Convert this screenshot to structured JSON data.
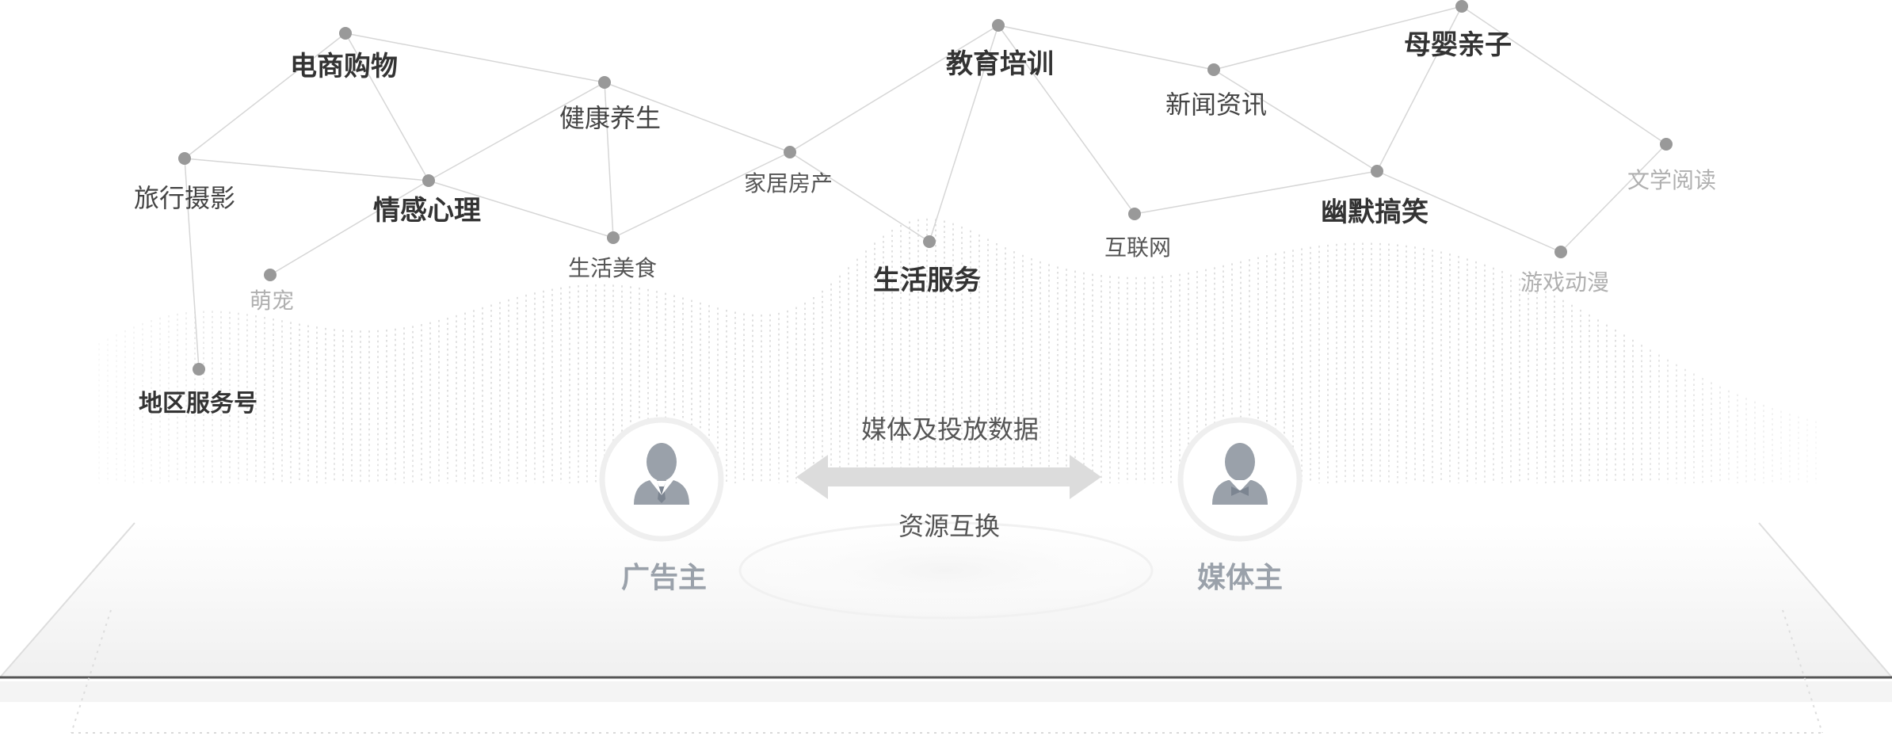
{
  "categories": [
    {
      "id": "ecommerce",
      "label": "电商购物",
      "style": "bold"
    },
    {
      "id": "health",
      "label": "健康养生",
      "style": "mid"
    },
    {
      "id": "education",
      "label": "教育培训",
      "style": "bold"
    },
    {
      "id": "news",
      "label": "新闻资讯",
      "style": "mid"
    },
    {
      "id": "parenting",
      "label": "母婴亲子",
      "style": "bold"
    },
    {
      "id": "travel",
      "label": "旅行摄影",
      "style": "mid"
    },
    {
      "id": "emotion",
      "label": "情感心理",
      "style": "bold"
    },
    {
      "id": "home",
      "label": "家居房产",
      "style": "small"
    },
    {
      "id": "food",
      "label": "生活美食",
      "style": "small"
    },
    {
      "id": "life-service",
      "label": "生活服务",
      "style": "bold"
    },
    {
      "id": "internet",
      "label": "互联网",
      "style": "small"
    },
    {
      "id": "humor",
      "label": "幽默搞笑",
      "style": "bold"
    },
    {
      "id": "literature",
      "label": "文学阅读",
      "style": "light"
    },
    {
      "id": "pets",
      "label": "萌宠",
      "style": "light"
    },
    {
      "id": "games",
      "label": "游戏动漫",
      "style": "light"
    },
    {
      "id": "regional",
      "label": "地区服务号",
      "style": "b2"
    }
  ],
  "exchange": {
    "top_label": "媒体及投放数据",
    "bottom_label": "资源互换"
  },
  "roles": {
    "advertiser": {
      "label": "广告主",
      "icon": "businessman-icon"
    },
    "media_owner": {
      "label": "媒体主",
      "icon": "bowtie-person-icon"
    }
  },
  "colors": {
    "node": "#999999",
    "line": "#d6d6d6",
    "circle": "#eeeeee",
    "icon": "#9aa1aa",
    "arrow": "#dcdcdc"
  }
}
